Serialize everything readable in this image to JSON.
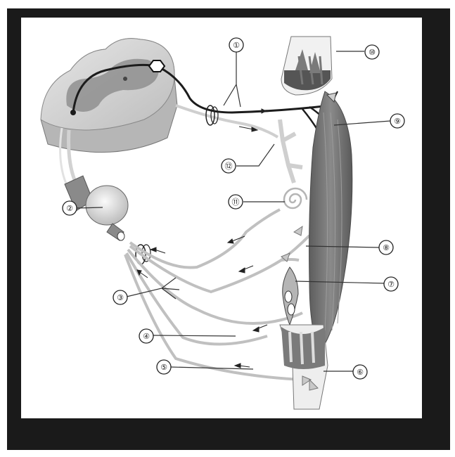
{
  "callouts": [
    {
      "id": "1",
      "label": "①"
    },
    {
      "id": "2",
      "label": "②"
    },
    {
      "id": "3",
      "label": "③"
    },
    {
      "id": "4",
      "label": "④"
    },
    {
      "id": "5",
      "label": "⑤"
    },
    {
      "id": "6",
      "label": "⑥"
    },
    {
      "id": "7",
      "label": "⑦"
    },
    {
      "id": "8",
      "label": "⑧"
    },
    {
      "id": "9",
      "label": "⑨"
    },
    {
      "id": "10",
      "label": "⑩"
    },
    {
      "id": "11",
      "label": "⑪"
    },
    {
      "id": "12",
      "label": "⑫"
    }
  ],
  "colors": {
    "frame_shadow": "#1a1a1a",
    "canvas": "#ffffff",
    "cord_white_matter": "#d8d8d8",
    "cord_grey_matter": "#9a9a9a",
    "motor_nerve": "#1c1c1c",
    "sensory_nerve": "#c4c4c4",
    "muscle": "#7b7b7b",
    "bone": "#efefef"
  }
}
